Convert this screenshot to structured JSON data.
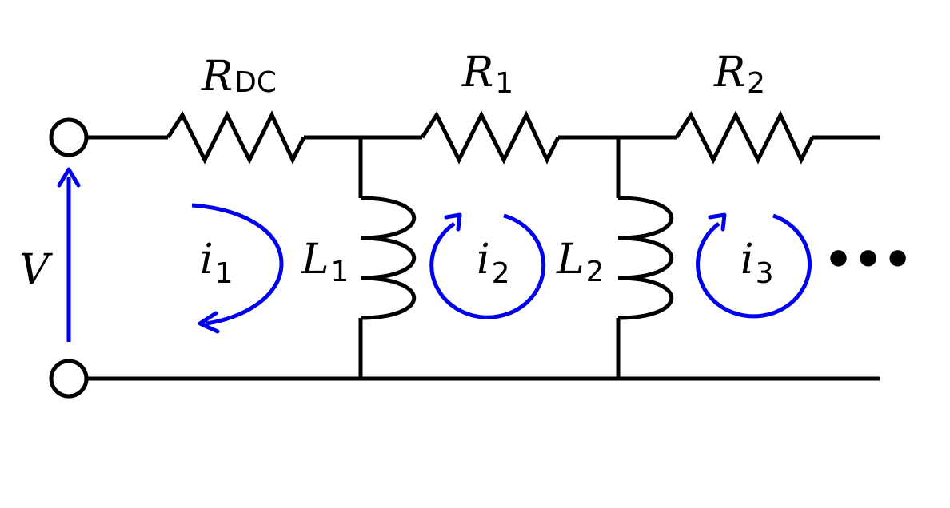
{
  "components": {
    "r_dc": {
      "symbol": "R",
      "subscript": "DC"
    },
    "r1": {
      "symbol": "R",
      "subscript": "1"
    },
    "r2": {
      "symbol": "R",
      "subscript": "2"
    },
    "l1": {
      "symbol": "L",
      "subscript": "1"
    },
    "l2": {
      "symbol": "L",
      "subscript": "2"
    }
  },
  "source": {
    "symbol": "V"
  },
  "loops": [
    {
      "symbol": "i",
      "subscript": "1"
    },
    {
      "symbol": "i",
      "subscript": "2"
    },
    {
      "symbol": "i",
      "subscript": "3"
    }
  ],
  "continuation": "•••",
  "colors": {
    "wire": "#000000",
    "current": "#0000ee"
  }
}
